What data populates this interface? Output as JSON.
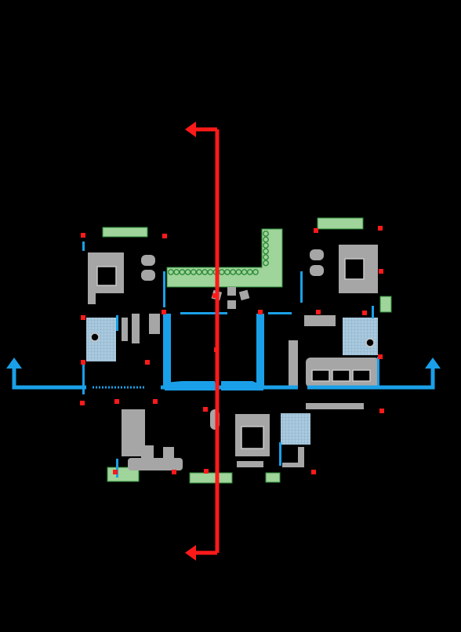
{
  "diagram": {
    "kind": "architectural floor plan with section cut lines",
    "colors": {
      "background": "#000000",
      "section_line": "#ff1a1a",
      "wall": "#1aa0e8",
      "furniture": "#a6a6a6",
      "furniture_light": "#c8c8c8",
      "planting": "#9fd49a",
      "planting_dark": "#2e8b3a",
      "marker": "#ff1a1a",
      "tile": "#a9c9de",
      "tile_grid": "#7fa3bd"
    },
    "section_lines": [
      {
        "name": "vertical-section",
        "direction": "vertical"
      },
      {
        "name": "horizontal-section",
        "direction": "horizontal"
      }
    ],
    "icons": [
      "arrow-up-icon",
      "arrow-left-icon",
      "tree-icon",
      "marker-icon"
    ]
  }
}
